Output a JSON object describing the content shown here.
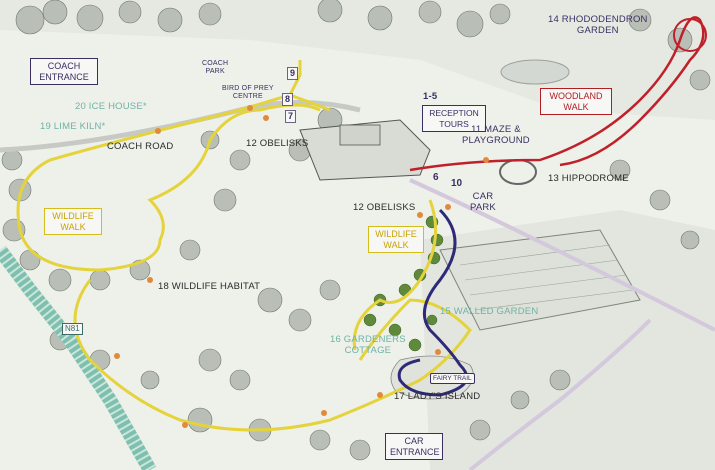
{
  "labels": {
    "coach_entrance": "COACH\nENTRANCE",
    "coach_park": "COACH\nPARK",
    "bird_of_prey": "BIRD OF PREY\nCENTRE",
    "ice_house": "20 ICE HOUSE*",
    "lime_kiln": "19 LIME KILN*",
    "coach_road": "COACH ROAD",
    "obelisks_top": "12 OBELISKS",
    "reception": "RECEPTION\nTOURS",
    "reception_num": "1-5",
    "maze": "11 MAZE &\nPLAYGROUND",
    "rhododendron": "14 RHODODENDRON\nGARDEN",
    "woodland_walk": "WOODLAND\nWALK",
    "hippodrome": "13 HIPPODROME",
    "car_park": "CAR\nPARK",
    "obelisks_mid": "12 OBELISKS",
    "wildlife_walk_left": "WILDLIFE\nWALK",
    "wildlife_walk_center": "WILDLIFE\nWALK",
    "wildlife_habitat": "18 WILDLIFE HABITAT",
    "walled_garden": "15 WALLED GARDEN",
    "gardeners_cottage": "16  GARDENERS\nCOTTAGE",
    "fairy_trail": "FAIRY TRAIL",
    "ladys_island": "17 LADY'S ISLAND",
    "car_entrance": "CAR\nENTRANCE",
    "road_n81": "N81"
  },
  "numbers": {
    "n9": "9",
    "n8": "8",
    "n7": "7",
    "n6": "6",
    "n10": "10"
  },
  "colors": {
    "yellow_route": "#e4d33a",
    "purple_route": "#2e2a78",
    "red_route": "#c0202a",
    "teal_road": "#7ec0ad",
    "marker": "#e08a3a"
  }
}
